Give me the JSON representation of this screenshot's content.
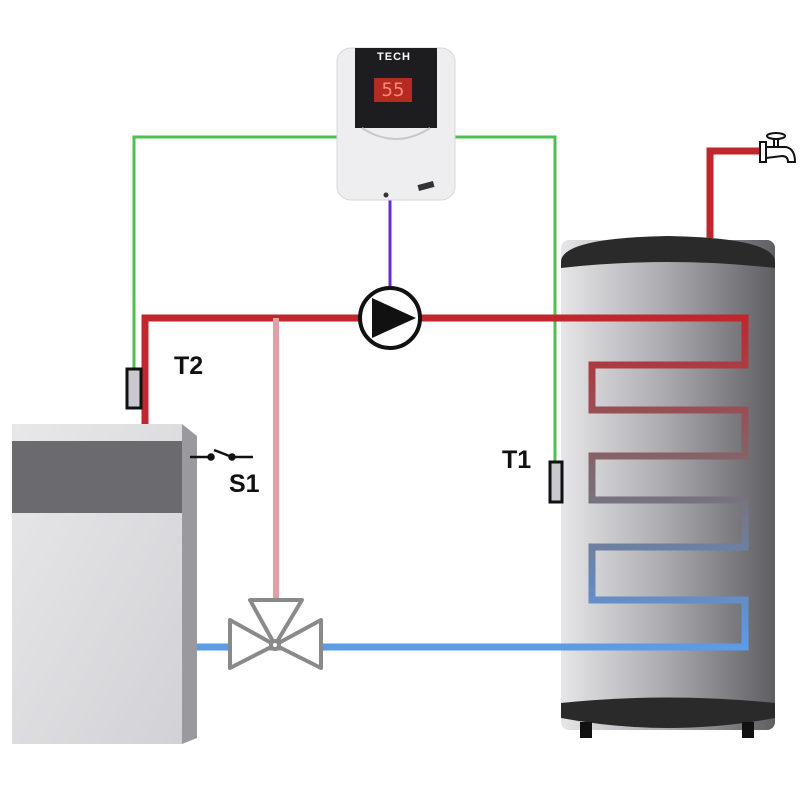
{
  "labels": {
    "t1": "T1",
    "t2": "T2",
    "s1": "S1"
  },
  "controller": {
    "brand": "TECH",
    "display_value": "55"
  },
  "colors": {
    "hot": "#c0272d",
    "cold": "#5b9be8",
    "signal": "#4cc24c",
    "pump_power": "#6a2bd0",
    "bypass": "#e0a0a6"
  }
}
